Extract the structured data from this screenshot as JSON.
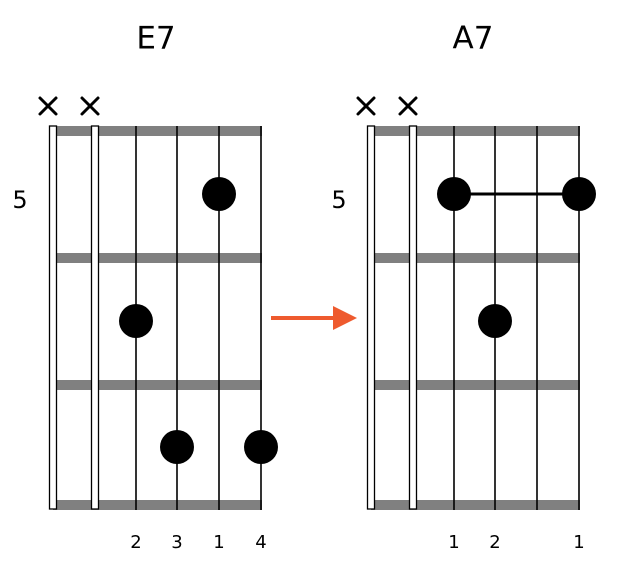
{
  "colors": {
    "fret": "#808080",
    "string": "#000000",
    "dot": "#000000",
    "arrow": "#ee5a2e",
    "text": "#000000"
  },
  "transition_arrow": {
    "icon": "arrow-right-icon",
    "color": "#ee5a2e"
  },
  "charts": [
    {
      "name": "E7",
      "start_fret": "5",
      "muted_strings": [
        0,
        1
      ],
      "mute_symbol": "×",
      "dots": [
        {
          "string": 4,
          "fret": 1
        },
        {
          "string": 2,
          "fret": 2
        },
        {
          "string": 3,
          "fret": 3
        },
        {
          "string": 5,
          "fret": 3
        }
      ],
      "barres": [],
      "fingers": [
        {
          "string": 2,
          "label": "2"
        },
        {
          "string": 3,
          "label": "3"
        },
        {
          "string": 4,
          "label": "1"
        },
        {
          "string": 5,
          "label": "4"
        }
      ]
    },
    {
      "name": "A7",
      "start_fret": "5",
      "muted_strings": [
        0,
        1
      ],
      "mute_symbol": "×",
      "dots": [
        {
          "string": 2,
          "fret": 1
        },
        {
          "string": 5,
          "fret": 1
        },
        {
          "string": 3,
          "fret": 2
        }
      ],
      "barres": [
        {
          "fret": 1,
          "from": 2,
          "to": 5
        }
      ],
      "fingers": [
        {
          "string": 2,
          "label": "1"
        },
        {
          "string": 3,
          "label": "2"
        },
        {
          "string": 5,
          "label": "1"
        }
      ]
    }
  ]
}
